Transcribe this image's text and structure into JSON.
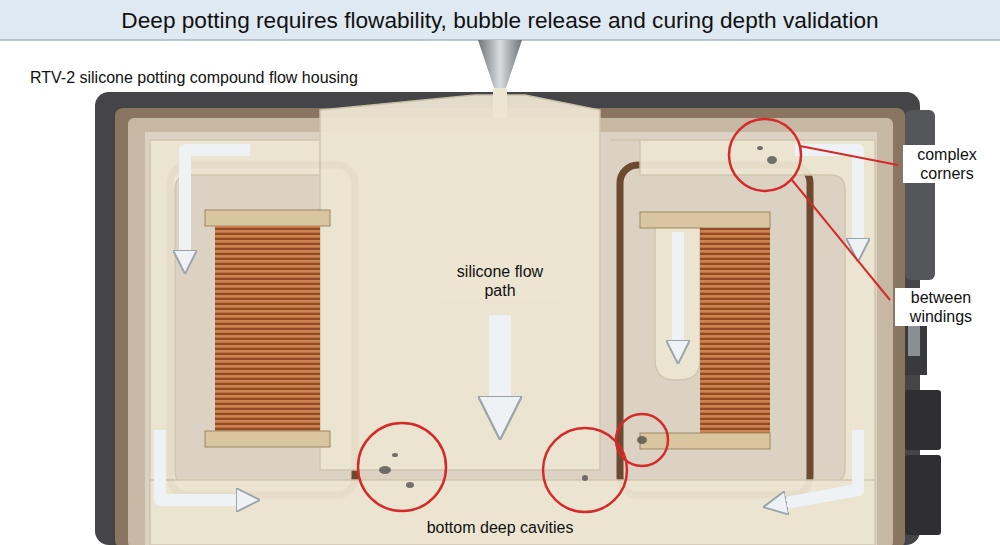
{
  "diagram": {
    "title": "Deep potting requires flowability, bubble release and curing depth validation",
    "labels": [
      "RTV-2 silicone potting compound flow housing",
      "silicone flow path",
      "complex corners",
      "between windings",
      "bottom deep cavities"
    ]
  }
}
